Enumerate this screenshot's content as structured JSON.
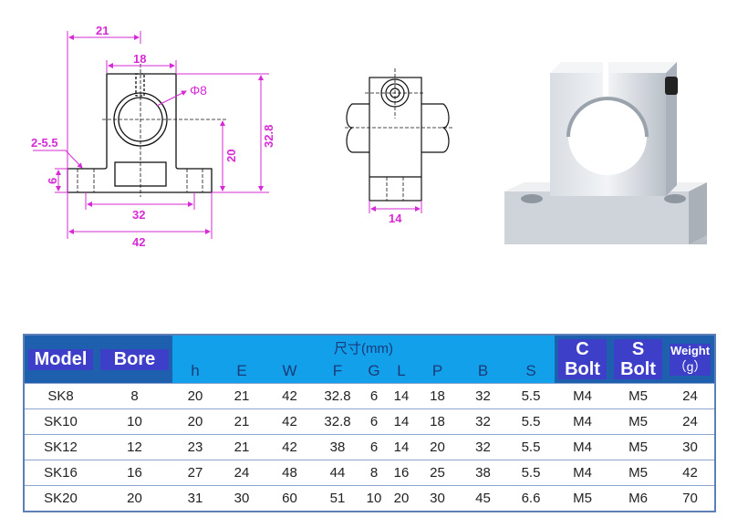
{
  "front_view": {
    "dims": {
      "total_width_42": "42",
      "half_width_21": "21",
      "body_width_18": "18",
      "bore": "Φ8",
      "center_height_20": "20",
      "total_height_32_8": "32.8",
      "hole_spacing_32": "32",
      "base_thickness_6": "6",
      "holes": "2-5.5"
    }
  },
  "side_view": {
    "dims": {
      "thickness": "14"
    }
  },
  "colors": {
    "dimension": "#d62ad6",
    "header_light": "#12a0ea",
    "header_dark": "#1e5fae",
    "header_purple": "#3d3fc9"
  },
  "table": {
    "headers": {
      "model": "Model",
      "bore": "Bore",
      "group": "尺寸(mm)",
      "dims": [
        "h",
        "E",
        "W",
        "F",
        "G",
        "L",
        "P",
        "B",
        "S"
      ],
      "c_bolt_1": "C",
      "c_bolt_2": "Bolt",
      "s_bolt_1": "S",
      "s_bolt_2": "Bolt",
      "weight_1": "Weight",
      "weight_2": "（g）"
    },
    "rows": [
      [
        "SK8",
        "8",
        "20",
        "21",
        "42",
        "32.8",
        "6",
        "14",
        "18",
        "32",
        "5.5",
        "M4",
        "M5",
        "24"
      ],
      [
        "SK10",
        "10",
        "20",
        "21",
        "42",
        "32.8",
        "6",
        "14",
        "18",
        "32",
        "5.5",
        "M4",
        "M5",
        "24"
      ],
      [
        "SK12",
        "12",
        "23",
        "21",
        "42",
        "38",
        "6",
        "14",
        "20",
        "32",
        "5.5",
        "M4",
        "M5",
        "30"
      ],
      [
        "SK16",
        "16",
        "27",
        "24",
        "48",
        "44",
        "8",
        "16",
        "25",
        "38",
        "5.5",
        "M4",
        "M5",
        "42"
      ],
      [
        "SK20",
        "20",
        "31",
        "30",
        "60",
        "51",
        "10",
        "20",
        "30",
        "45",
        "6.6",
        "M5",
        "M6",
        "70"
      ]
    ]
  }
}
